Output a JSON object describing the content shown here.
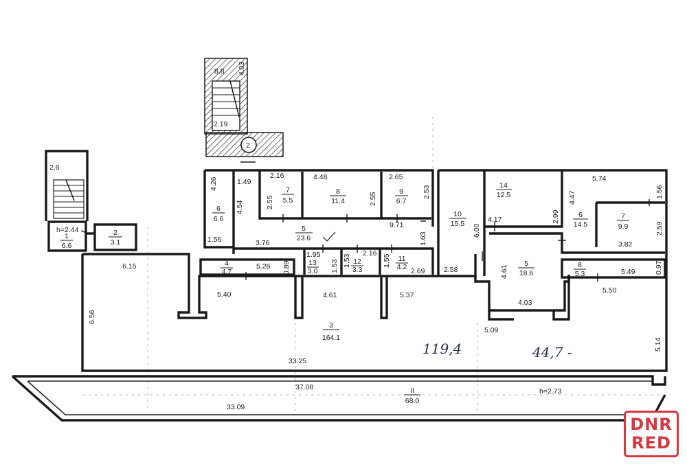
{
  "plan": {
    "circle_marker": "2",
    "stair_top": {
      "label": "8.8",
      "dims": [
        "4.03",
        "2.19"
      ]
    },
    "stair_left": {
      "dim": "2.6",
      "height": "h=2.44"
    },
    "height_right": "h=2.73",
    "rooms": [
      {
        "id": "l1",
        "num": "1",
        "area": "6.6"
      },
      {
        "id": "l2",
        "num": "2",
        "area": "3.1"
      },
      {
        "id": "r3",
        "num": "3",
        "area": "164.1"
      },
      {
        "id": "r4",
        "num": "4",
        "area": "4.7"
      },
      {
        "id": "r5",
        "num": "5",
        "area": "23.6"
      },
      {
        "id": "r6",
        "num": "6",
        "area": "6.6"
      },
      {
        "id": "r7",
        "num": "7",
        "area": "5.5"
      },
      {
        "id": "r8",
        "num": "8",
        "area": "11.4"
      },
      {
        "id": "r9",
        "num": "9",
        "area": "6.7"
      },
      {
        "id": "r10",
        "num": "10",
        "area": "15.5"
      },
      {
        "id": "r11",
        "num": "11",
        "area": "4.2"
      },
      {
        "id": "r12",
        "num": "12",
        "area": "3.3"
      },
      {
        "id": "r13",
        "num": "13",
        "area": "3.0"
      },
      {
        "id": "r14",
        "num": "14",
        "area": "12.5"
      },
      {
        "id": "rr5",
        "num": "5",
        "area": "18.6"
      },
      {
        "id": "rr6",
        "num": "6",
        "area": "14.5"
      },
      {
        "id": "rr7",
        "num": "7",
        "area": "9.9"
      },
      {
        "id": "rr8",
        "num": "8",
        "area": "5.3"
      },
      {
        "id": "rII",
        "num": "II",
        "area": "68.0"
      }
    ],
    "dimensions": [
      "2.16",
      "4.48",
      "2.65",
      "4.26",
      "1.49",
      "2.55",
      "4.54",
      "2.55",
      "2.53",
      "9.71",
      "1.56",
      "3.76",
      "1.63",
      "6.00",
      "1.95",
      "2.16",
      "1.53",
      "1.53",
      "1.55",
      "2.69",
      "5.26",
      "0.89",
      "2.58",
      "6.15",
      "5.40",
      "4.61",
      "5.37",
      "6.56",
      "4.17",
      "2.99",
      "4.47",
      "5.74",
      "1.56",
      "2.59",
      "3.82",
      "4.61",
      "4.03",
      "5.49",
      "0.97",
      "5.50",
      "5.09",
      "5.14",
      "33.25",
      "37.08",
      "33.09"
    ],
    "handwritten": [
      "119,4",
      "44,7 -"
    ]
  },
  "logo": {
    "line1": "DNR",
    "line2": "RED"
  },
  "colors": {
    "ink": "#1a1a1a",
    "logo_red": "#d7373f",
    "paper": "#ffffff"
  }
}
